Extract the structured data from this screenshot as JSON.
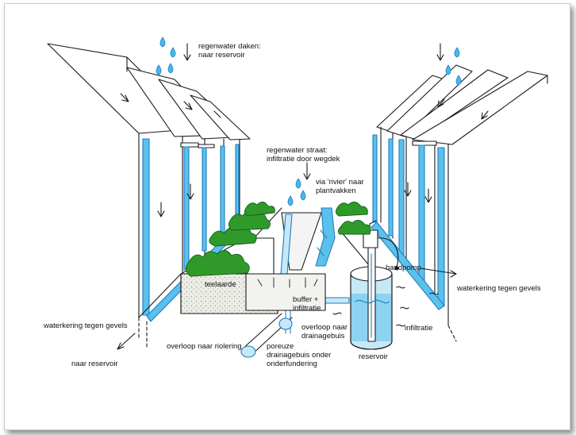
{
  "colors": {
    "water": "#5cc0ec",
    "water_dark": "#1d7fc0",
    "pale_water": "#c6e8f7",
    "plant": "#2f9a2a",
    "plant_dark": "#14601a",
    "ink": "#1a1a1a",
    "soil": "#e9e9e2"
  },
  "labels": {
    "roof_rain": "regenwater daken:\nnaar reservoir",
    "street_rain": "regenwater straat:\ninfiltratie door wegdek",
    "river": "via 'rivier' naar\nplantvakken",
    "handpump": "handpomp",
    "barrier_right": "waterkering tegen gevels",
    "topsoil": "teelaarde",
    "buffer": "buffer +\ninfiltratie",
    "barrier_left": "waterkering tegen gevels",
    "overflow_drain": "overloop naar\ndrainagebuis",
    "infiltration": "infiltratie",
    "overflow_sewer": "overloop naar riolering",
    "porous_pipe": "poreuze\ndrainagebuis onder\nonderfundering",
    "to_reservoir": "naar reservoir",
    "reservoir": "reservoir"
  },
  "icons": [
    "raindrop-icon",
    "down-arrow-icon",
    "handpump-icon",
    "shrub-icon"
  ]
}
